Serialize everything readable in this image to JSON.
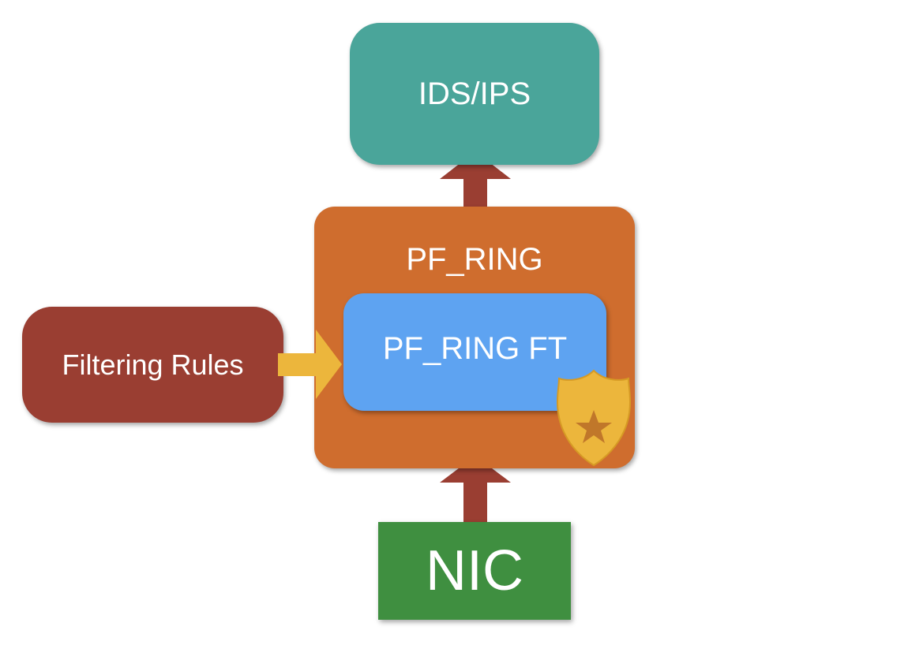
{
  "diagram": {
    "nodes": {
      "ids": {
        "label": "IDS/IPS"
      },
      "pfring": {
        "label": "PF_RING"
      },
      "pfring_ft": {
        "label": "PF_RING FT"
      },
      "filtering": {
        "label": "Filtering Rules"
      },
      "nic": {
        "label": "NIC"
      }
    },
    "edges": [
      {
        "from": "nic",
        "to": "pfring"
      },
      {
        "from": "pfring",
        "to": "ids"
      },
      {
        "from": "filtering",
        "to": "pfring_ft"
      }
    ],
    "icons": {
      "badge": "police-badge-star-icon"
    },
    "colors": {
      "ids": "#4aa59a",
      "pfring": "#cf6d2e",
      "pfring_ft": "#5ea3f1",
      "filtering": "#9a3e32",
      "nic": "#3f8f40",
      "flow_arrow": "#9a3e32",
      "rule_arrow": "#ecb63c",
      "badge": "#ecb63c"
    }
  }
}
